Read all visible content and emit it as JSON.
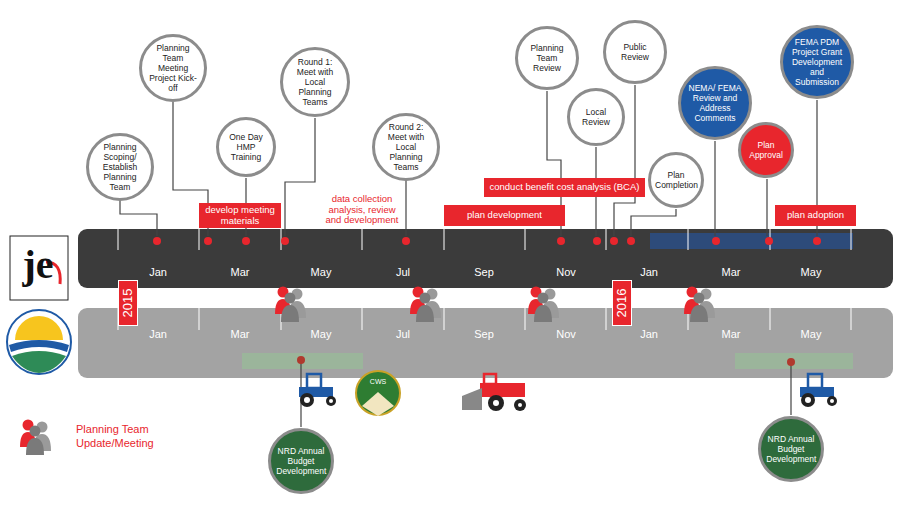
{
  "diagram": {
    "nodes": [
      {
        "text": [
          "Planning Scoping/ Establish Planning Team"
        ]
      },
      {
        "text": [
          "Planning Team Meeting Project Kick-off"
        ]
      },
      {
        "text": [
          "One Day HMP Training"
        ]
      },
      {
        "text": [
          "Round 1: Meet with Local Planning Teams"
        ]
      },
      {
        "text": [
          "develop meeting materials"
        ]
      },
      {
        "text": [
          "data collection analysis, review and development"
        ]
      },
      {
        "text": [
          "Round 2: Meet with Local Planning Teams"
        ]
      },
      {
        "text": [
          "Planning Team Review"
        ]
      },
      {
        "text": [
          "Local Review"
        ]
      },
      {
        "text": [
          "Public Review"
        ]
      },
      {
        "text": [
          "conduct benefit cost analysis (BCA)"
        ]
      },
      {
        "text": [
          "plan development"
        ]
      },
      {
        "text": [
          "Plan Completion"
        ]
      },
      {
        "text": [
          "NEMA/ FEMA Review and Address Comments"
        ]
      },
      {
        "text": [
          "Plan Approval"
        ]
      },
      {
        "text": [
          "FEMA PDM Project Grant Development and Submission"
        ]
      },
      {
        "text": [
          "plan adoption"
        ]
      },
      {
        "text": [
          "2015"
        ]
      },
      {
        "text": [
          "2016"
        ]
      },
      {
        "text": [
          "NRD Annual Budget Development"
        ]
      },
      {
        "text": [
          "NRD Annual Budget Development"
        ]
      }
    ],
    "labels": [
      "je",
      "Jan",
      "Mar",
      "May",
      "Jul",
      "Sep",
      "Nov",
      "Jan",
      "Mar",
      "May",
      "Jan",
      "Mar",
      "May",
      "Jul",
      "Sep",
      "Nov",
      "Jan",
      "Mar",
      "May",
      "CWS"
    ],
    "legend": [
      {
        "text": "Planning Team Update/Meeting"
      }
    ]
  }
}
